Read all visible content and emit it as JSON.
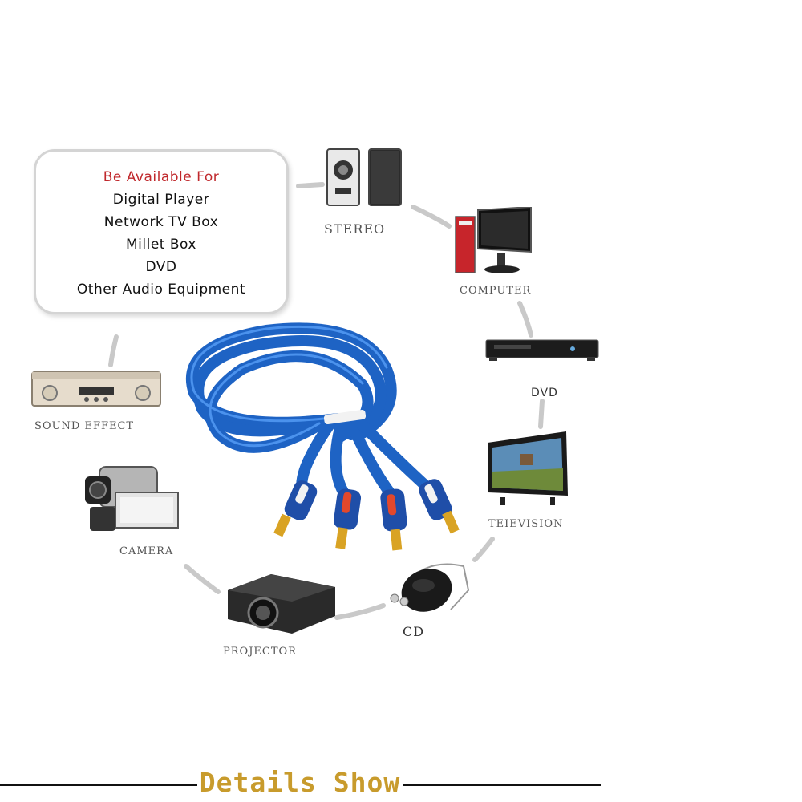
{
  "info_box": {
    "heading": "Be Available For",
    "items": [
      "Digital Player",
      "Network TV Box",
      "Millet Box",
      "DVD",
      "Other Audio Equipment"
    ]
  },
  "devices": {
    "stereo": "STEREO",
    "computer": "COMPUTER",
    "dvd": "DVD",
    "television": "TEIEVISION",
    "cd": "CD",
    "projector": "PROJECTOR",
    "camera": "CAMERA",
    "sound_effect": "SOUND EFFECT"
  },
  "footer": {
    "title": "Details Show"
  },
  "colors": {
    "heading_red": "#c0282c",
    "footer_gold": "#c89b2c",
    "cable_blue": "#1e63c4",
    "connector_red": "#e2482c",
    "connector_white": "#f2f2f2",
    "plug_gold": "#d9a324"
  }
}
